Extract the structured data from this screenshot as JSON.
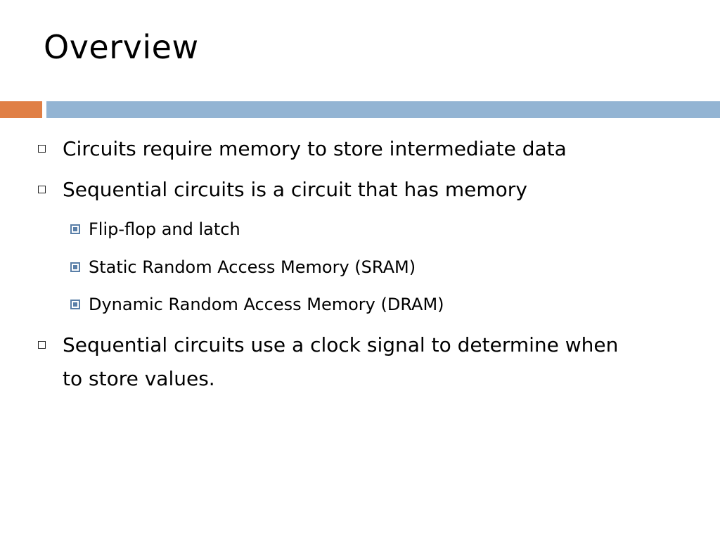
{
  "slide": {
    "title": "Overview",
    "accent_colors": {
      "left_bar": "#e07f45",
      "right_bar": "#93b4d3"
    },
    "bullets": [
      {
        "text": "Circuits require memory to store intermediate data"
      },
      {
        "text": "Sequential circuits is a circuit that has memory",
        "sub_bullets": [
          {
            "text": "Flip-flop and latch"
          },
          {
            "text": "Static Random Access Memory (SRAM)"
          },
          {
            "text": "Dynamic Random Access Memory (DRAM)"
          }
        ]
      },
      {
        "text": "Sequential circuits use a clock signal to determine when to store values."
      }
    ]
  }
}
